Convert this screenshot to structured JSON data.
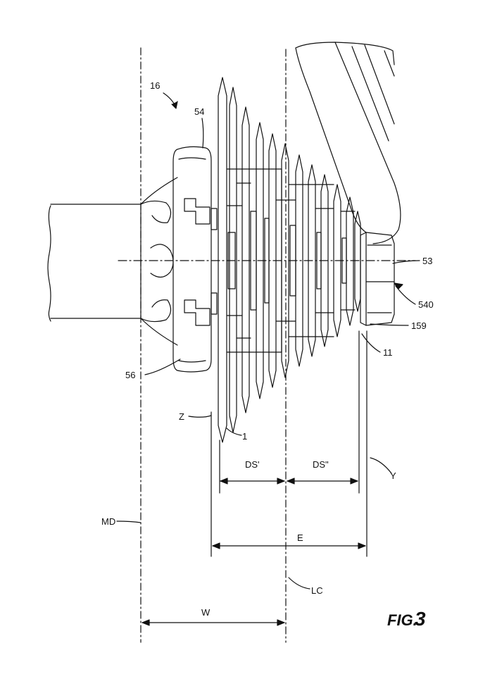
{
  "figure": {
    "prefix": "FIG.",
    "number": "3"
  },
  "labels": {
    "assembly": "16",
    "lockring": "54",
    "hub_body": "56",
    "axle_nut": "53",
    "adapter": "540",
    "spacer": "159",
    "small_sprocket": "11",
    "large_sprocket": "1",
    "plane_z": "Z",
    "plane_y": "Y",
    "mid_plane": "MD",
    "center_line": "LC",
    "dim_ds1": "DS'",
    "dim_ds2": "DS\"",
    "dim_e": "E",
    "dim_w": "W"
  },
  "colors": {
    "ink": "#111111",
    "paper": "#ffffff"
  }
}
